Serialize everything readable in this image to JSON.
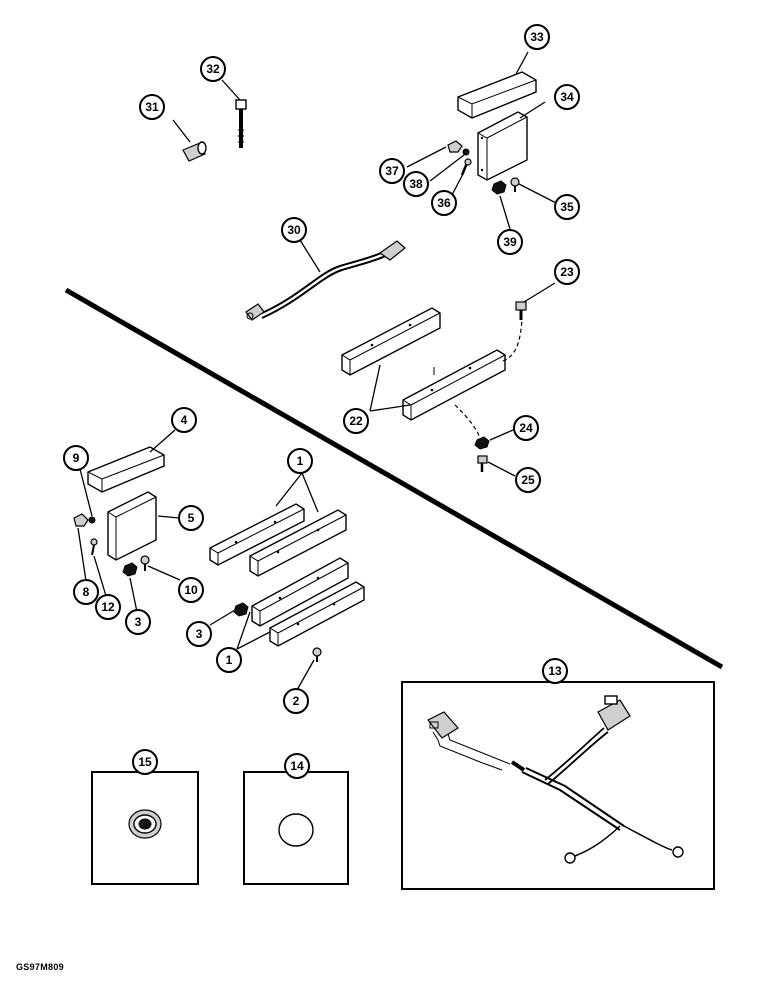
{
  "drawing_code": "GS97M809",
  "callouts": [
    {
      "id": "c33",
      "label": "33"
    },
    {
      "id": "c32",
      "label": "32"
    },
    {
      "id": "c31",
      "label": "31"
    },
    {
      "id": "c34",
      "label": "34"
    },
    {
      "id": "c37",
      "label": "37"
    },
    {
      "id": "c38",
      "label": "38"
    },
    {
      "id": "c36",
      "label": "36"
    },
    {
      "id": "c35",
      "label": "35"
    },
    {
      "id": "c39",
      "label": "39"
    },
    {
      "id": "c30",
      "label": "30"
    },
    {
      "id": "c23",
      "label": "23"
    },
    {
      "id": "c22",
      "label": "22"
    },
    {
      "id": "c24",
      "label": "24"
    },
    {
      "id": "c25",
      "label": "25"
    },
    {
      "id": "c4",
      "label": "4"
    },
    {
      "id": "c9",
      "label": "9"
    },
    {
      "id": "c5",
      "label": "5"
    },
    {
      "id": "c1a",
      "label": "1"
    },
    {
      "id": "c8",
      "label": "8"
    },
    {
      "id": "c12",
      "label": "12"
    },
    {
      "id": "c3a",
      "label": "3"
    },
    {
      "id": "c10",
      "label": "10"
    },
    {
      "id": "c3b",
      "label": "3"
    },
    {
      "id": "c1b",
      "label": "1"
    },
    {
      "id": "c2",
      "label": "2"
    },
    {
      "id": "c13",
      "label": "13"
    },
    {
      "id": "c15",
      "label": "15"
    },
    {
      "id": "c14",
      "label": "14"
    }
  ]
}
